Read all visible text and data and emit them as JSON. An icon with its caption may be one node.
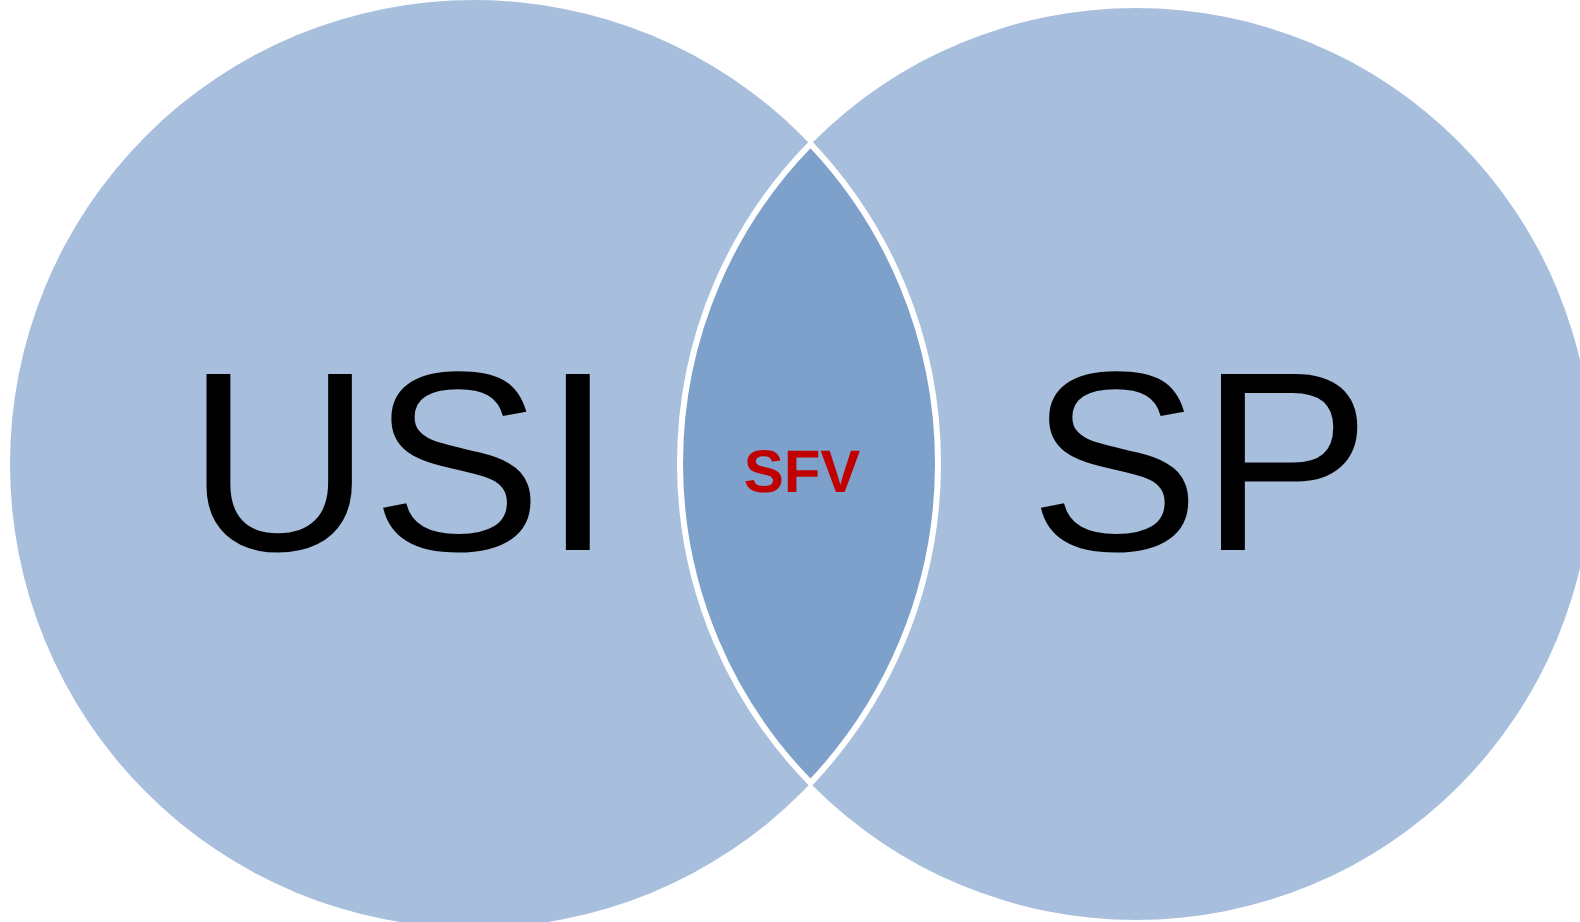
{
  "diagram": {
    "nodes": [
      {
        "text": [
          "USI"
        ]
      },
      {
        "text": [
          "SP"
        ]
      },
      {
        "text": [
          "SFV"
        ]
      }
    ]
  }
}
